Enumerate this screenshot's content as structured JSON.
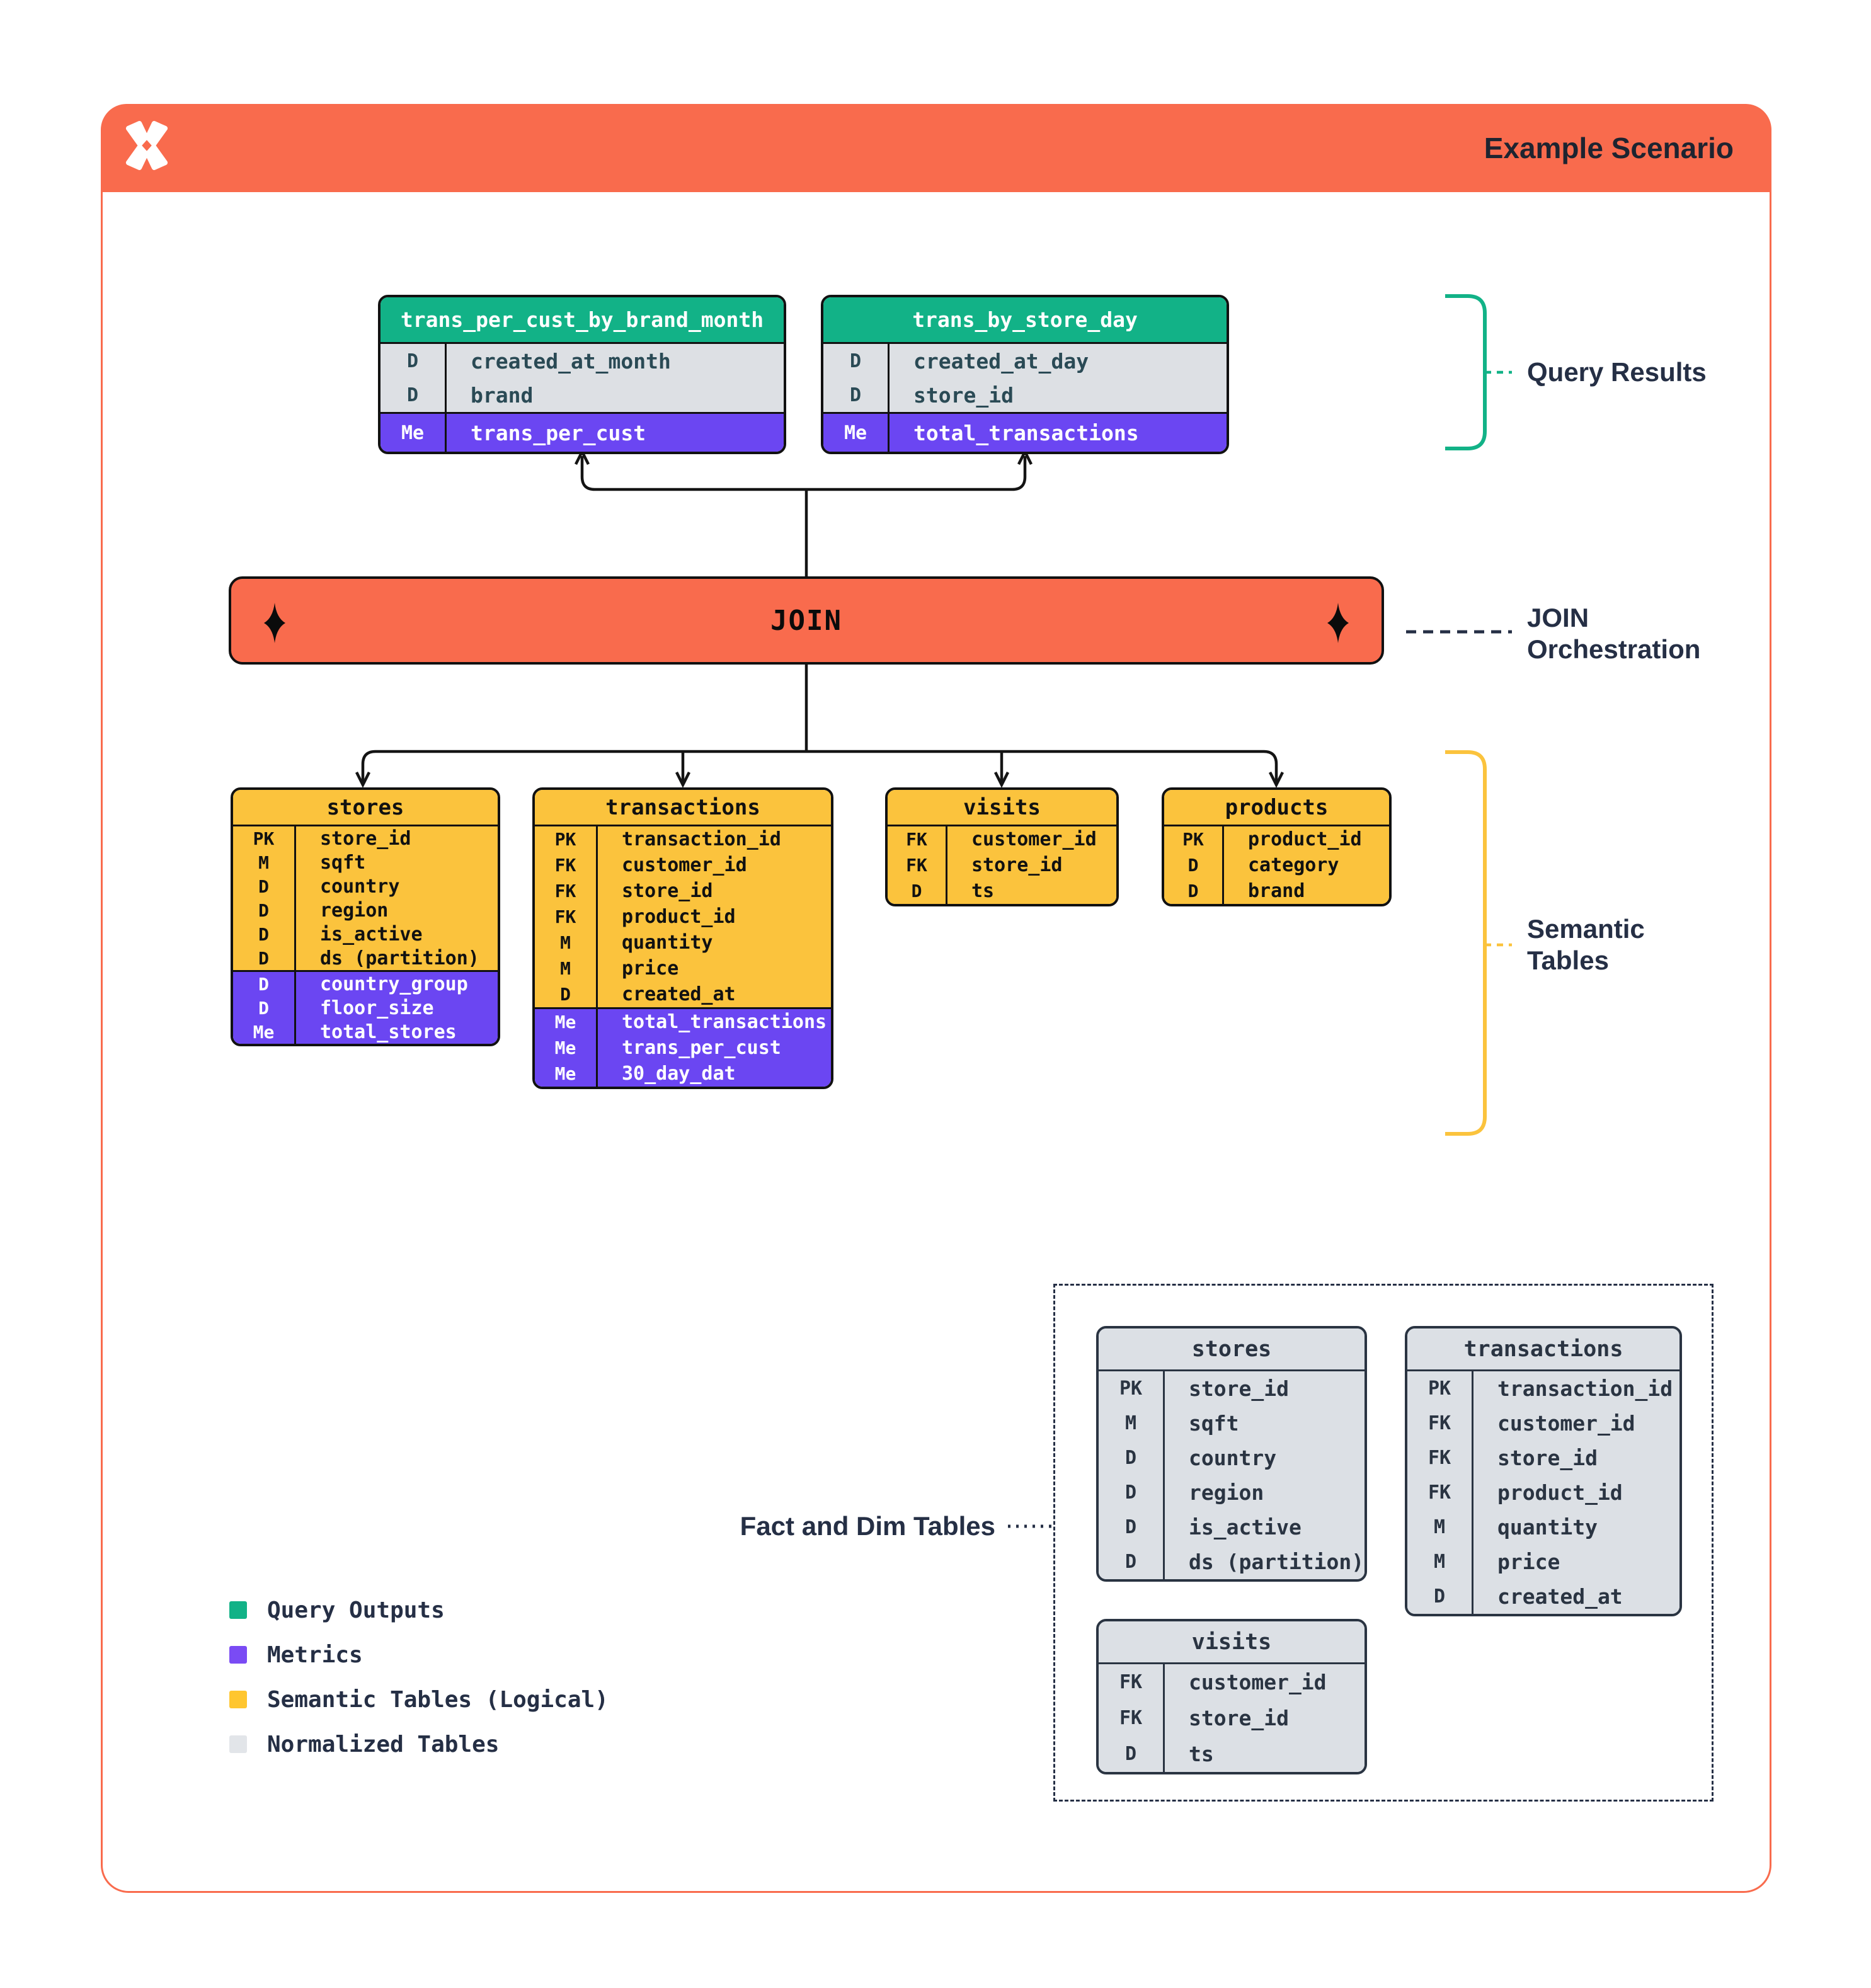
{
  "title": "Example Scenario",
  "join": {
    "label": "JOIN"
  },
  "annotations": {
    "query_results": "Query Results",
    "join_line1": "JOIN",
    "join_line2": "Orchestration",
    "semantic_line1": "Semantic",
    "semantic_line2": "Tables",
    "fact_dim": "Fact and Dim Tables"
  },
  "query_tables": [
    {
      "name": "trans_per_cust_by_brand_month",
      "cols": [
        [
          "D",
          "created_at_month"
        ],
        [
          "D",
          "brand"
        ]
      ],
      "metrics": [
        [
          "Me",
          "trans_per_cust"
        ]
      ]
    },
    {
      "name": "trans_by_store_day",
      "cols": [
        [
          "D",
          "created_at_day"
        ],
        [
          "D",
          "store_id"
        ]
      ],
      "metrics": [
        [
          "Me",
          "total_transactions"
        ]
      ]
    }
  ],
  "semantic_tables": [
    {
      "name": "stores",
      "cols": [
        [
          "PK",
          "store_id"
        ],
        [
          "M",
          "sqft"
        ],
        [
          "D",
          "country"
        ],
        [
          "D",
          "region"
        ],
        [
          "D",
          "is_active"
        ],
        [
          "D",
          "ds (partition)"
        ]
      ],
      "metrics": [
        [
          "D",
          "country_group"
        ],
        [
          "D",
          "floor_size"
        ],
        [
          "Me",
          "total_stores"
        ]
      ]
    },
    {
      "name": "transactions",
      "cols": [
        [
          "PK",
          "transaction_id"
        ],
        [
          "FK",
          "customer_id"
        ],
        [
          "FK",
          "store_id"
        ],
        [
          "FK",
          "product_id"
        ],
        [
          "M",
          "quantity"
        ],
        [
          "M",
          "price"
        ],
        [
          "D",
          "created_at"
        ]
      ],
      "metrics": [
        [
          "Me",
          "total_transactions"
        ],
        [
          "Me",
          "trans_per_cust"
        ],
        [
          "Me",
          "30_day_dat"
        ]
      ]
    },
    {
      "name": "visits",
      "cols": [
        [
          "FK",
          "customer_id"
        ],
        [
          "FK",
          "store_id"
        ],
        [
          "D",
          "ts"
        ]
      ],
      "metrics": []
    },
    {
      "name": "products",
      "cols": [
        [
          "PK",
          "product_id"
        ],
        [
          "D",
          "category"
        ],
        [
          "D",
          "brand"
        ]
      ],
      "metrics": []
    }
  ],
  "normalized_tables": [
    {
      "name": "stores",
      "cols": [
        [
          "PK",
          "store_id"
        ],
        [
          "M",
          "sqft"
        ],
        [
          "D",
          "country"
        ],
        [
          "D",
          "region"
        ],
        [
          "D",
          "is_active"
        ],
        [
          "D",
          "ds (partition)"
        ]
      ]
    },
    {
      "name": "transactions",
      "cols": [
        [
          "PK",
          "transaction_id"
        ],
        [
          "FK",
          "customer_id"
        ],
        [
          "FK",
          "store_id"
        ],
        [
          "FK",
          "product_id"
        ],
        [
          "M",
          "quantity"
        ],
        [
          "M",
          "price"
        ],
        [
          "D",
          "created_at"
        ]
      ]
    },
    {
      "name": "visits",
      "cols": [
        [
          "FK",
          "customer_id"
        ],
        [
          "FK",
          "store_id"
        ],
        [
          "D",
          "ts"
        ]
      ]
    }
  ],
  "legend": [
    {
      "label": "Query Outputs",
      "color": "#12B287"
    },
    {
      "label": "Metrics",
      "color": "#7A4BF4"
    },
    {
      "label": "Semantic Tables (Logical)",
      "color": "#FFC62F"
    },
    {
      "label": "Normalized Tables",
      "color": "#E2E5E9"
    }
  ],
  "colors": {
    "brand_orange": "#F96B4D",
    "query_green": "#12B287",
    "metric_purple": "#6B46F2",
    "semantic_yellow": "#FBC33D",
    "normalized_gray": "#DCE0E5",
    "row_gray": "#DDE0E4",
    "ink_navy": "#252F45",
    "line_black": "#141414"
  }
}
